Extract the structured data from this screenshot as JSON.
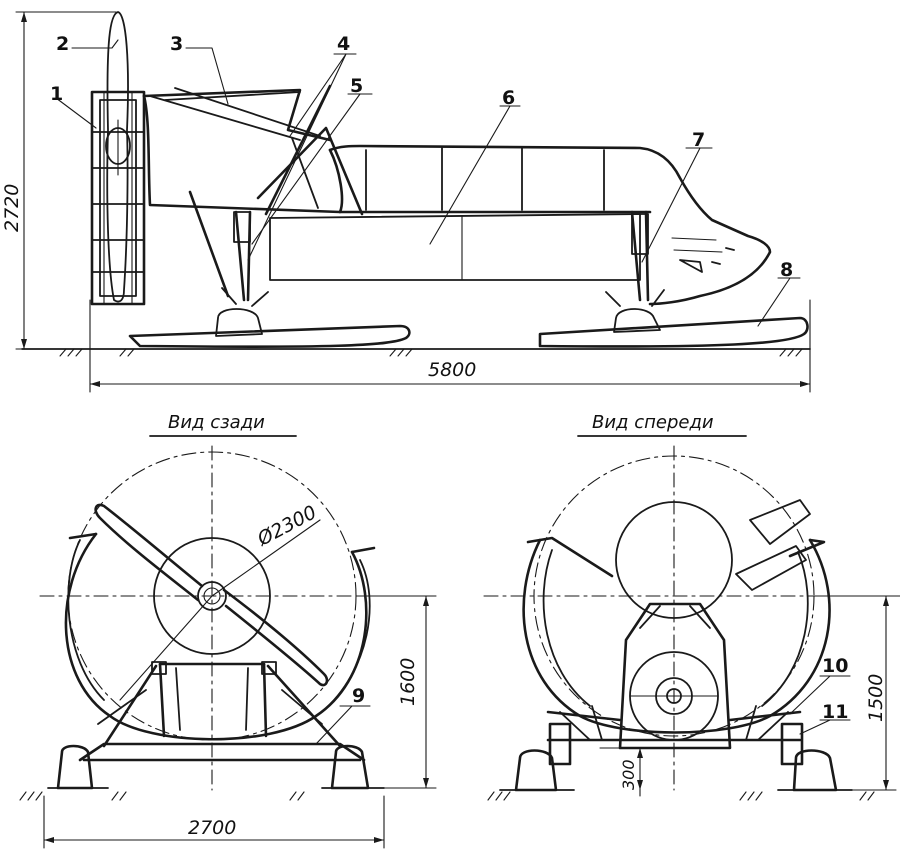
{
  "callouts": [
    "1",
    "2",
    "3",
    "4",
    "5",
    "6",
    "7",
    "8",
    "9",
    "10",
    "11"
  ],
  "dimensions": {
    "height_side": "2720",
    "length": "5800",
    "diameter": "Ø2300",
    "rear_height": "1600",
    "front_height": "1500",
    "clearance": "300",
    "width": "2700"
  },
  "views": {
    "rear": "Вид сзади",
    "front": "Вид спереди"
  },
  "colors": {
    "ink": "#1a1a1a",
    "paper": "#ffffff"
  }
}
